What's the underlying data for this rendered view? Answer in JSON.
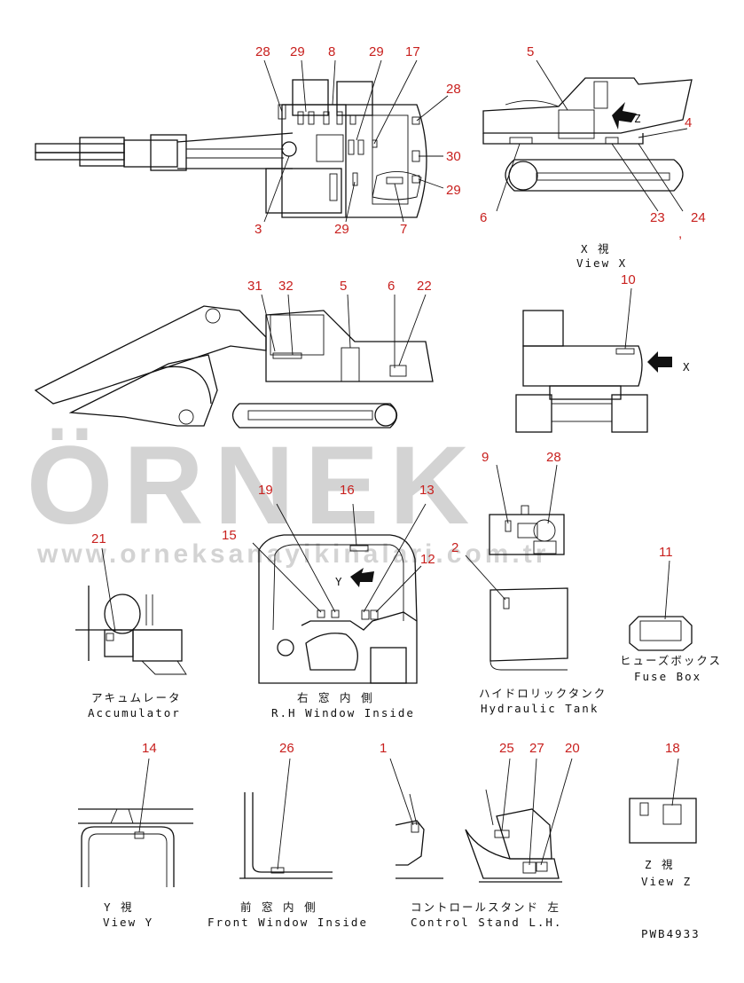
{
  "watermark": {
    "brand": "ÖRNEK",
    "url": "www.orneksanayikinalari.com.tr"
  },
  "captions": {
    "view_x_jp": "X 視",
    "view_x_en": "View X",
    "accumulator_jp": "アキュムレータ",
    "accumulator_en": "Accumulator",
    "rh_window_jp": "右 窓 内 側",
    "rh_window_en": "R.H Window Inside",
    "hydraulic_tank_jp": "ハイドロリックタンク",
    "hydraulic_tank_en": "Hydraulic Tank",
    "fuse_box_jp": "ヒューズボックス",
    "fuse_box_en": "Fuse Box",
    "view_y_jp": "Y 視",
    "view_y_en": "View Y",
    "front_window_jp": "前 窓 内 側",
    "front_window_en": "Front Window Inside",
    "control_stand_jp": "コントロールスタンド 左",
    "control_stand_en": "Control Stand L.H.",
    "view_z_jp": "Z 視",
    "view_z_en": "View Z",
    "drawing_no": "PWB4933"
  },
  "letters": {
    "x": "X",
    "y": "Y",
    "z": "Z",
    "comma": ","
  },
  "callouts": {
    "top_28a": "28",
    "top_29a": "29",
    "top_8": "8",
    "top_29b": "29",
    "top_17": "17",
    "top_28b": "28",
    "top_30": "30",
    "top_29c": "29",
    "top_3": "3",
    "top_29d": "29",
    "top_7": "7",
    "vx_5": "5",
    "vx_4": "4",
    "vx_6": "6",
    "vx_23": "23",
    "vx_24": "24",
    "side_31": "31",
    "side_32": "32",
    "side_5": "5",
    "side_6": "6",
    "side_22": "22",
    "rear_10": "10",
    "panel_9": "9",
    "panel_28": "28",
    "rh_19": "19",
    "rh_16": "16",
    "rh_13": "13",
    "rh_15": "15",
    "rh_12": "12",
    "acc_21": "21",
    "tank_2": "2",
    "fuse_11": "11",
    "vy_14": "14",
    "fw_26": "26",
    "cs_1": "1",
    "cs_25": "25",
    "cs_27": "27",
    "cs_20": "20",
    "vz_18": "18"
  }
}
